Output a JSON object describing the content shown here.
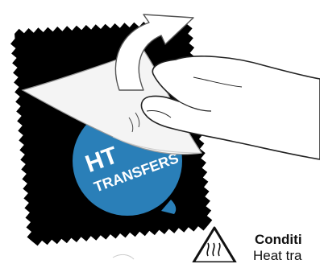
{
  "logo": {
    "text_top": "HT",
    "text_bottom": "TRANSFERS",
    "color": "#2a7fb8"
  },
  "instruction": {
    "title": "Conditi",
    "line2": "Heat tra"
  },
  "icons": {
    "warning": "heat-warning-triangle-icon",
    "arrow": "curved-arrow-icon"
  },
  "colors": {
    "fabric": "#000000",
    "film": "#f4f4f4",
    "hand_outline": "#222222"
  }
}
